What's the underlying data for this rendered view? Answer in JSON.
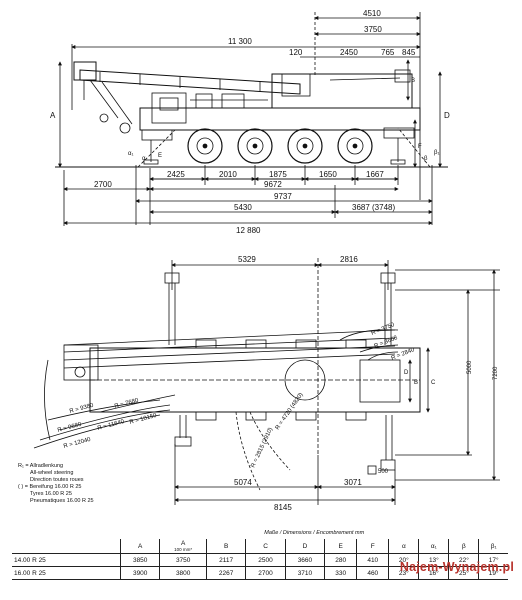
{
  "side_view": {
    "overall_length": "11 300",
    "top_right": "4510",
    "width_3750": "3750",
    "d120": "120",
    "d2450": "2450",
    "d765": "765",
    "d845": "845",
    "height_A": "A",
    "height_D": "D",
    "height_B": "B",
    "height_E": "E",
    "height_F": "F",
    "angle_alpha": "α",
    "angle_alpha1": "α₁",
    "angle_beta": "β",
    "angle_beta1": "β₁",
    "axle_2425": "2425",
    "axle_2010": "2010",
    "axle_1875": "1875",
    "axle_1650": "1650",
    "axle_1667": "1667",
    "front_2700": "2700",
    "len_9672": "9672",
    "len_9737": "9737",
    "len_5430": "5430",
    "len_3687": "3687 (3748)",
    "len_12880": "12 880"
  },
  "top_view": {
    "dim_5329": "5329",
    "dim_2816": "2816",
    "r3750": "R = 3750",
    "r3668": "R = 3668",
    "r2840": "R = 2840",
    "r7680": "R = 7680",
    "r9380": "R = 9380",
    "r10150": "R = 10150",
    "r11640": "R = 11640",
    "r9680": "R = 9680",
    "r12040": "R = 12040",
    "r4720": "R = 4720 (4820)",
    "r2815": "R = 2815 (2910)",
    "dim_5000": "5000",
    "dim_7200": "7200",
    "lbl_B": "B",
    "lbl_C": "C",
    "lbl_D": "D",
    "dim_500": "500",
    "dim_5074": "5074",
    "dim_3071": "3071",
    "dim_8145": "8145"
  },
  "legend": {
    "line1": "R₁ = Allradlenkung",
    "line2": "All-wheel steering",
    "line3": "Direction toutes roues",
    "line4": "( ) = Bereifung 16.00 R 25",
    "line5": "Tyres 16.00 R 25",
    "line6": "Pneumatiques 16.00 R 25"
  },
  "table": {
    "caption": "Maße / Dimensions / Encombrement mm",
    "headers": [
      "A",
      "A",
      "B",
      "C",
      "D",
      "E",
      "F",
      "α",
      "α₁",
      "β",
      "β₁"
    ],
    "a_unit": "100 mm*",
    "rows": [
      {
        "label": "14.00 R 25",
        "values": [
          "3850",
          "3750",
          "2117",
          "2500",
          "3660",
          "280",
          "410",
          "20°",
          "13°",
          "22°",
          "17°"
        ]
      },
      {
        "label": "16.00 R 25",
        "values": [
          "3900",
          "3800",
          "2267",
          "2700",
          "3710",
          "330",
          "460",
          "23°",
          "16°",
          "25°",
          "19°"
        ]
      }
    ]
  },
  "watermark": "Najem-Wynajem.pl"
}
